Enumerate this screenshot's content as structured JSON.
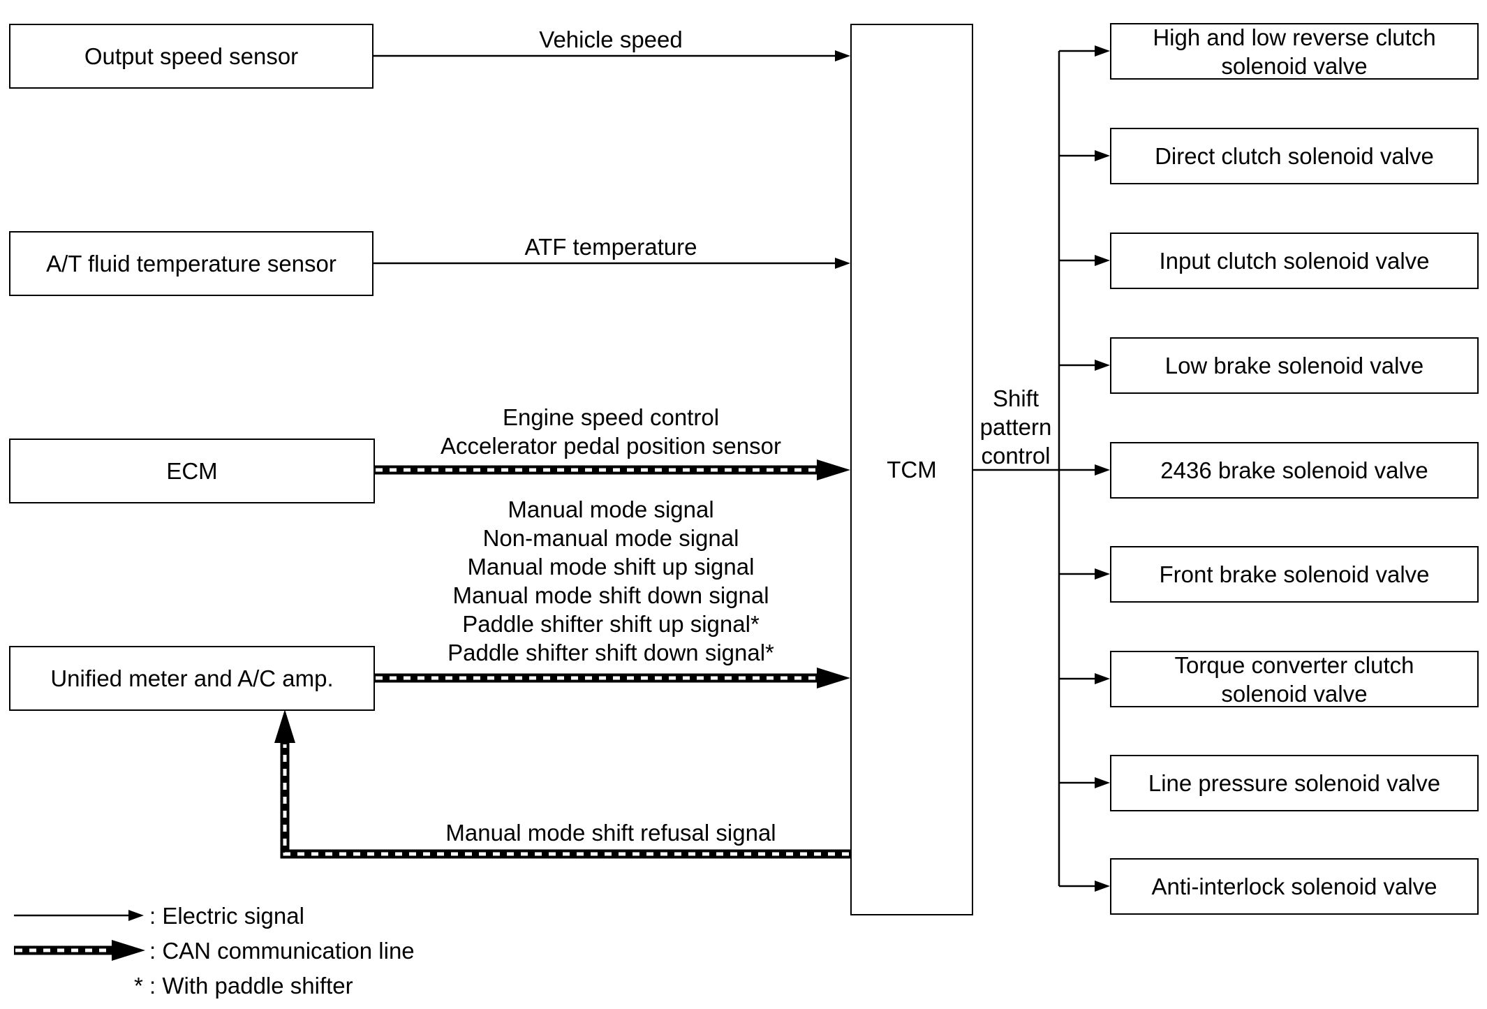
{
  "inputs": {
    "output_speed_sensor": "Output speed sensor",
    "at_fluid_temp_sensor": "A/T fluid temperature sensor",
    "ecm": "ECM",
    "unified_meter": "Unified meter and A/C amp."
  },
  "signals": {
    "vehicle_speed": "Vehicle speed",
    "atf_temperature": "ATF temperature",
    "ecm_signals": "Engine speed control\nAccelerator pedal position sensor",
    "meter_signals": "Manual mode signal\nNon-manual mode signal\nManual mode shift up signal\nManual mode shift down signal\nPaddle shifter shift up signal*\nPaddle shifter shift down signal*",
    "refusal_signal": "Manual mode shift refusal signal"
  },
  "tcm": {
    "label": "TCM",
    "shift_pattern_control": "Shift\npattern\ncontrol"
  },
  "valves": [
    "High and low reverse clutch\nsolenoid valve",
    "Direct clutch solenoid valve",
    "Input clutch solenoid valve",
    "Low brake solenoid valve",
    "2436 brake solenoid valve",
    "Front brake solenoid valve",
    "Torque converter clutch\nsolenoid valve",
    "Line pressure solenoid valve",
    "Anti-interlock solenoid valve"
  ],
  "legend": {
    "electric": ": Electric signal",
    "can": ": CAN communication line",
    "paddle": "* : With paddle shifter"
  }
}
